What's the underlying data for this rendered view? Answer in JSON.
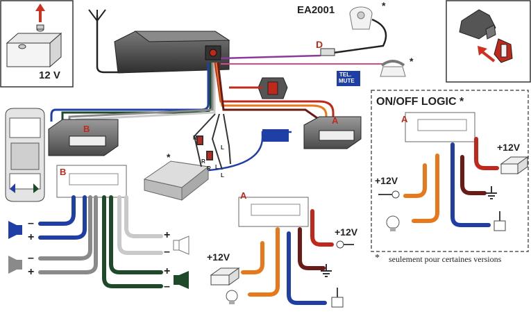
{
  "labels": {
    "battery_voltage": "12 V",
    "remote_name": "EA2001",
    "remote_star": "*",
    "remote_connector": "D",
    "tel_mute_line1": "TEL.",
    "tel_mute_line2": "MUTE",
    "phone_star": "*",
    "connector_a_left": "A",
    "connector_b_left": "B",
    "harness_r1": "R",
    "harness_l1": "L",
    "harness_r2": "R",
    "harness_l2": "L",
    "harness_r3": "R",
    "harness_l3": "L",
    "cd_star": "*",
    "pinout_b": "B",
    "speaker_plus_1": "+",
    "speaker_minus_1": "–",
    "speaker_plus_2": "+",
    "speaker_minus_2": "–",
    "speaker_plus_3": "+",
    "speaker_minus_3": "–",
    "speaker_plus_4": "+",
    "speaker_minus_4": "–",
    "pinout_a": "A",
    "a_plus12_left": "+12V",
    "a_plus12_right": "+12V",
    "onoff_title": "ON/OFF LOGIC *",
    "onoff_a": "A",
    "onoff_plus12_left": "+12V",
    "onoff_plus12_right": "+12V",
    "footnote": "seulement pour certaines versions",
    "footnote_star": "*"
  },
  "colors": {
    "blue": "#1f3fa6",
    "red": "#c0281c",
    "orange": "#e8781a",
    "dark_red": "#6b1a16",
    "dark_green": "#1e4a2a",
    "grey": "#8a8a8a",
    "light_grey": "#c9c9c9",
    "purple": "#8a3a9a",
    "pink": "#d84a8a",
    "radio_body": "#4a4a4a"
  }
}
